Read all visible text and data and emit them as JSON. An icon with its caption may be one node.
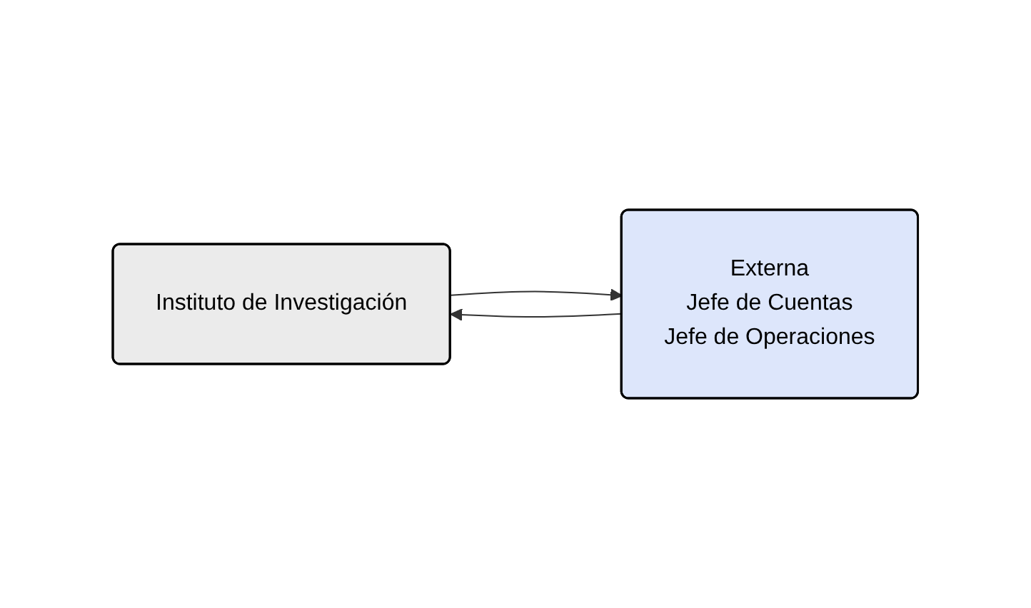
{
  "diagram": {
    "nodes": [
      {
        "text": [
          "Instituto de Investigación"
        ]
      },
      {
        "text": [
          "Externa",
          "Jefe de Cuentas",
          "Jefe de Operaciones"
        ]
      }
    ],
    "edges": [
      {
        "from": 0,
        "to": 1,
        "arrow": "to"
      },
      {
        "from": 1,
        "to": 0,
        "arrow": "to"
      }
    ]
  }
}
